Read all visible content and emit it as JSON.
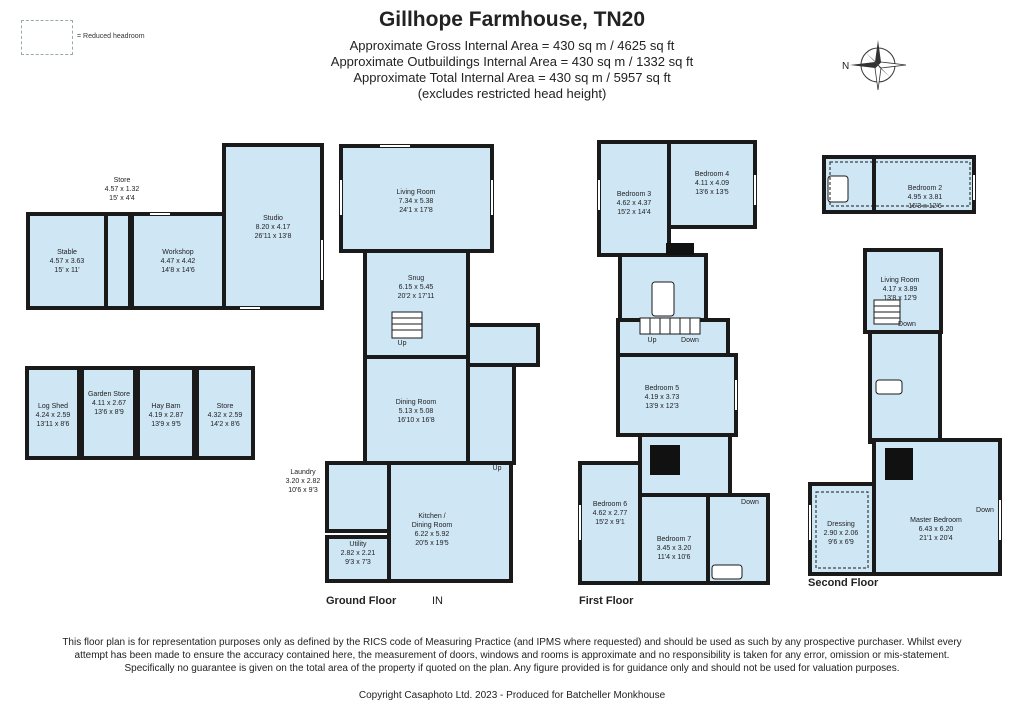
{
  "header": {
    "title": "Gillhope Farmhouse, TN20",
    "lines": [
      "Approximate Gross Internal Area = 430 sq m / 4625 sq ft",
      "Approximate Outbuildings Internal Area = 430 sq m / 1332 sq ft",
      "Approximate Total Internal Area = 430 sq m / 5957 sq ft",
      "(excludes restricted head height)"
    ]
  },
  "legend": {
    "label": "= Reduced headroom"
  },
  "compass": {
    "label": "N"
  },
  "colors": {
    "room_fill": "#cfe6f5",
    "wall": "#1a1a1a",
    "window": "#ffffff"
  },
  "rooms": {
    "store_top": {
      "name": "Store",
      "dims": "4.57 x 1.32",
      "imperial": "15' x 4'4"
    },
    "stable": {
      "name": "Stable",
      "dims": "4.57 x 3.63",
      "imperial": "15' x 11'"
    },
    "workshop": {
      "name": "Workshop",
      "dims": "4.47 x 4.42",
      "imperial": "14'8 x 14'6"
    },
    "studio": {
      "name": "Studio",
      "dims": "8.20 x 4.17",
      "imperial": "26'11 x 13'8"
    },
    "log_shed": {
      "name": "Log Shed",
      "dims": "4.24 x 2.59",
      "imperial": "13'11 x 8'6"
    },
    "garden_store": {
      "name": "Garden Store",
      "dims": "4.11 x 2.67",
      "imperial": "13'6 x 8'9"
    },
    "hay_barn": {
      "name": "Hay Barn",
      "dims": "4.19 x 2.87",
      "imperial": "13'9 x 9'5"
    },
    "store_bottom": {
      "name": "Store",
      "dims": "4.32 x 2.59",
      "imperial": "14'2 x 8'6"
    },
    "living_room": {
      "name": "Living Room",
      "dims": "7.34 x 5.38",
      "imperial": "24'1 x 17'8"
    },
    "snug": {
      "name": "Snug",
      "dims": "6.15 x 5.45",
      "imperial": "20'2 x 17'11"
    },
    "dining_room": {
      "name": "Dining Room",
      "dims": "5.13 x 5.08",
      "imperial": "16'10 x 16'8"
    },
    "kitchen": {
      "name": "Kitchen /",
      "name2": "Dining Room",
      "dims": "6.22 x 5.92",
      "imperial": "20'5 x 19'5"
    },
    "laundry": {
      "name": "Laundry",
      "dims": "3.20 x 2.82",
      "imperial": "10'6 x 9'3"
    },
    "utility": {
      "name": "Utility",
      "dims": "2.82 x 2.21",
      "imperial": "9'3 x 7'3"
    },
    "bedroom3": {
      "name": "Bedroom 3",
      "dims": "4.62 x 4.37",
      "imperial": "15'2 x 14'4"
    },
    "bedroom4": {
      "name": "Bedroom 4",
      "dims": "4.11 x 4.09",
      "imperial": "13'6 x 13'5"
    },
    "bedroom5": {
      "name": "Bedroom 5",
      "dims": "4.19 x 3.73",
      "imperial": "13'9 x 12'3"
    },
    "bedroom6": {
      "name": "Bedroom 6",
      "dims": "4.62 x 2.77",
      "imperial": "15'2 x 9'1"
    },
    "bedroom7": {
      "name": "Bedroom 7",
      "dims": "3.45 x 3.20",
      "imperial": "11'4 x 10'6"
    },
    "bedroom2": {
      "name": "Bedroom 2",
      "dims": "4.95 x 3.81",
      "imperial": "16'3 x 12'6"
    },
    "living_room2": {
      "name": "Living Room",
      "dims": "4.17 x 3.89",
      "imperial": "13'8 x 12'9"
    },
    "dressing": {
      "name": "Dressing",
      "dims": "2.90 x 2.06",
      "imperial": "9'6 x 6'9"
    },
    "master": {
      "name": "Master Bedroom",
      "dims": "6.43 x 6.20",
      "imperial": "21'1 x 20'4"
    }
  },
  "stairs": {
    "up": "Up",
    "down": "Down"
  },
  "floors": {
    "ground": "Ground Floor",
    "first": "First Floor",
    "second": "Second Floor",
    "entrance": "IN"
  },
  "footer": {
    "disclaimer": "This floor plan is for representation purposes only as defined by the RICS code of Measuring Practice (and IPMS where requested) and should be used as such by any prospective purchaser. Whilst every attempt has been made to ensure the accuracy contained here, the measurement of doors, windows and rooms is approximate and no responsibility is taken for any error, omission or mis-statement. Specifically no guarantee is given on the total area of the property if quoted on the plan. Any figure provided is for guidance only and should not be used for valuation purposes.",
    "copyright": "Copyright Casaphoto Ltd. 2023 - Produced for Batcheller Monkhouse"
  }
}
